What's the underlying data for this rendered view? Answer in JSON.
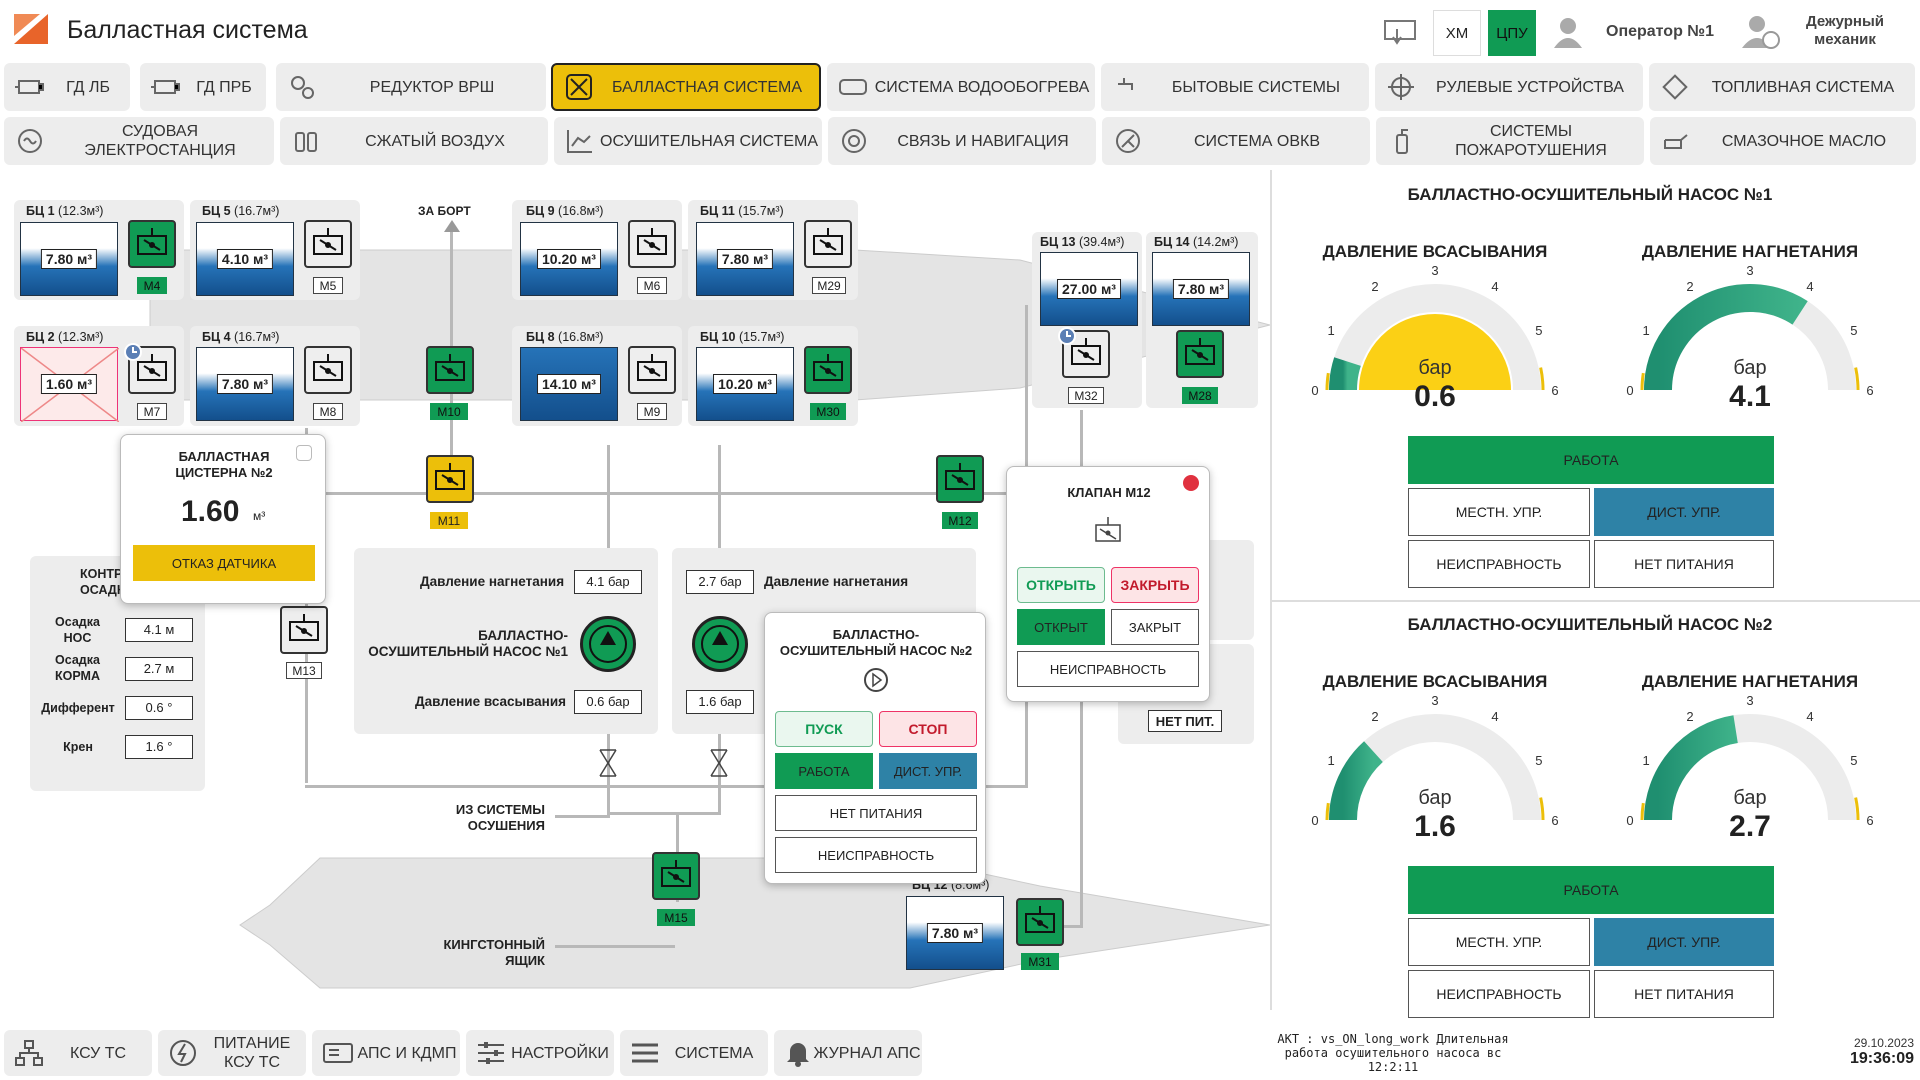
{
  "header": {
    "title": "Балластная система",
    "xm": "ХМ",
    "cpu": "ЦПУ",
    "operator": "Оператор №1",
    "duty": "Дежурный механик"
  },
  "nav": [
    {
      "label": "ГД ЛБ"
    },
    {
      "label": "ГД ПрБ"
    },
    {
      "label": "РЕДУКТОР ВРШ"
    },
    {
      "label": "БАЛЛАСТНАЯ СИСТЕМА"
    },
    {
      "label": "СИСТЕМА ВОДООБОГРЕВА"
    },
    {
      "label": "БЫТОВЫЕ СИСТЕМЫ"
    },
    {
      "label": "РУЛЕВЫЕ УСТРОЙСТВА"
    },
    {
      "label": "ТОПЛИВНАЯ СИСТЕМА"
    },
    {
      "label": "СУДОВАЯ ЭЛЕКТРОСТАНЦИЯ"
    },
    {
      "label": "СЖАТЫЙ ВОЗДУХ"
    },
    {
      "label": "ОСУШИТЕЛЬНАЯ СИСТЕМА"
    },
    {
      "label": "СВЯЗЬ И НАВИГАЦИЯ"
    },
    {
      "label": "СИСТЕМА ОВКВ"
    },
    {
      "label": "СИСТЕМЫ ПОЖАРОТУШЕНИЯ"
    },
    {
      "label": "СМАЗОЧНОЕ МАСЛО"
    }
  ],
  "tanks": {
    "t1": {
      "name": "БЦ 1",
      "cap": "(12.3м³)",
      "val": "7.80 м³"
    },
    "t5": {
      "name": "БЦ 5",
      "cap": "(16.7м³)",
      "val": "4.10 м³"
    },
    "t9": {
      "name": "БЦ 9",
      "cap": "(16.8м³)",
      "val": "10.20 м³"
    },
    "t11": {
      "name": "БЦ 11",
      "cap": "(15.7м³)",
      "val": "7.80 м³"
    },
    "t13": {
      "name": "БЦ 13",
      "cap": "(39.4м³)",
      "val": "27.00 м³"
    },
    "t14": {
      "name": "БЦ 14",
      "cap": "(14.2м³)",
      "val": "7.80 м³"
    },
    "t2": {
      "name": "БЦ 2",
      "cap": "(12.3м³)",
      "val": "1.60 м³"
    },
    "t4": {
      "name": "БЦ 4",
      "cap": "(16.7м³)",
      "val": "7.80 м³"
    },
    "t8": {
      "name": "БЦ 8",
      "cap": "(16.8м³)",
      "val": "14.10 м³"
    },
    "t10": {
      "name": "БЦ 10",
      "cap": "(15.7м³)",
      "val": "10.20 м³"
    },
    "t12": {
      "name": "БЦ 12",
      "cap": "(8.6м³)",
      "val": "7.80 м³"
    }
  },
  "valves": {
    "m4": "М4",
    "m5": "М5",
    "m6": "М6",
    "m29": "М29",
    "m7": "М7",
    "m8": "М8",
    "m10": "М10",
    "m9": "М9",
    "m30": "М30",
    "m32": "М32",
    "m28": "М28",
    "m11": "М11",
    "m12": "М12",
    "m13": "М13",
    "m15": "М15",
    "m31": "М31"
  },
  "labels": {
    "overboard": "ЗА БОРТ",
    "from_drain": "ИЗ СИСТЕМЫ ОСУШЕНИЯ",
    "kingston": "КИНГСТОННЫЙ ЯЩИК"
  },
  "pump1": {
    "p_out_label": "Давление нагнетания",
    "p_out": "4.1 бар",
    "name": "БАЛЛАСТНО-ОСУШИТЕЛЬНЫЙ НАСОС №1",
    "p_in_label": "Давление всасывания",
    "p_in": "0.6 бар"
  },
  "pump2": {
    "p_out_label": "Давление нагнетания",
    "p_out": "2.7 бар",
    "p_in": "1.6 бар"
  },
  "draft": {
    "title": "КОНТРОЛЬ ОСАДКИ",
    "bow_label": "Осадка НОС",
    "bow": "4.1 м",
    "stern_label": "Осадка КОРМА",
    "stern": "2.7 м",
    "trim_label": "Дифферент",
    "trim": "0.6 °",
    "heel_label": "Крен",
    "heel": "1.6 °"
  },
  "popup_tank": {
    "title": "БАЛЛАСТНАЯ ЦИСТЕРНА №2",
    "value": "1.60",
    "unit": "м³",
    "alarm": "ОТКАЗ ДАТЧИКА"
  },
  "popup_pump2": {
    "title": "БАЛЛАСТНО-ОСУШИТЕЛЬНЫЙ НАСОС №2",
    "start": "ПУСК",
    "stop": "СТОП",
    "run": "РАБОТА",
    "remote": "ДИСТ. УПР.",
    "nopower": "НЕТ ПИТАНИЯ",
    "fault": "НЕИСПРАВНОСТЬ"
  },
  "popup_valve": {
    "title": "КЛАПАН М12",
    "open": "ОТКРЫТЬ",
    "close": "ЗАКРЫТЬ",
    "is_open": "ОТКРЫТ",
    "is_closed": "ЗАКРЫТ",
    "fault": "НЕИСПРАВНОСТЬ"
  },
  "side_panel": {
    "nopower": "НЕТ ПИТ."
  },
  "gauges": [
    {
      "pump": "БАЛЛАСТНО-ОСУШИТЕЛЬНЫЙ НАСОС №1",
      "suction_title": "ДАВЛЕНИЕ ВСАСЫВАНИЯ",
      "discharge_title": "ДАВЛЕНИЕ НАГНЕТАНИЯ",
      "suction": 0.6,
      "suction_txt": "0.6",
      "discharge": 4.1,
      "discharge_txt": "4.1",
      "unit": "бар",
      "suction_alarm": true
    },
    {
      "pump": "БАЛЛАСТНО-ОСУШИТЕЛЬНЫЙ НАСОС №2",
      "suction_title": "ДАВЛЕНИЕ ВСАСЫВАНИЯ",
      "discharge_title": "ДАВЛЕНИЕ НАГНЕТАНИЯ",
      "suction": 1.6,
      "suction_txt": "1.6",
      "discharge": 2.7,
      "discharge_txt": "2.7",
      "unit": "бар",
      "suction_alarm": false
    }
  ],
  "gauge_ticks": [
    "0",
    "1",
    "2",
    "3",
    "4",
    "5",
    "6"
  ],
  "pump_status": {
    "run": "РАБОТА",
    "local": "МЕСТН. УПР.",
    "remote": "ДИСТ. УПР.",
    "fault": "НЕИСПРАВНОСТЬ",
    "nopower": "НЕТ ПИТАНИЯ"
  },
  "footer": {
    "b1": "КСУ ТС",
    "b2": "ПИТАНИЕ КСУ ТС",
    "b3": "АПС и КДМП",
    "b4": "НАСТРОЙКИ",
    "b5": "СИСТЕМА",
    "b6": "ЖУРНАЛ АПС",
    "msg": "АКТ :   vs_ON_long_work Длительная работа осушительного насоса вс 12:2:11",
    "date": "29.10.2023",
    "time": "19:36:09"
  },
  "colors": {
    "green": "#109b54",
    "yellow": "#ecbf0a",
    "blue": "#2e82a6",
    "red": "#e0313f"
  }
}
